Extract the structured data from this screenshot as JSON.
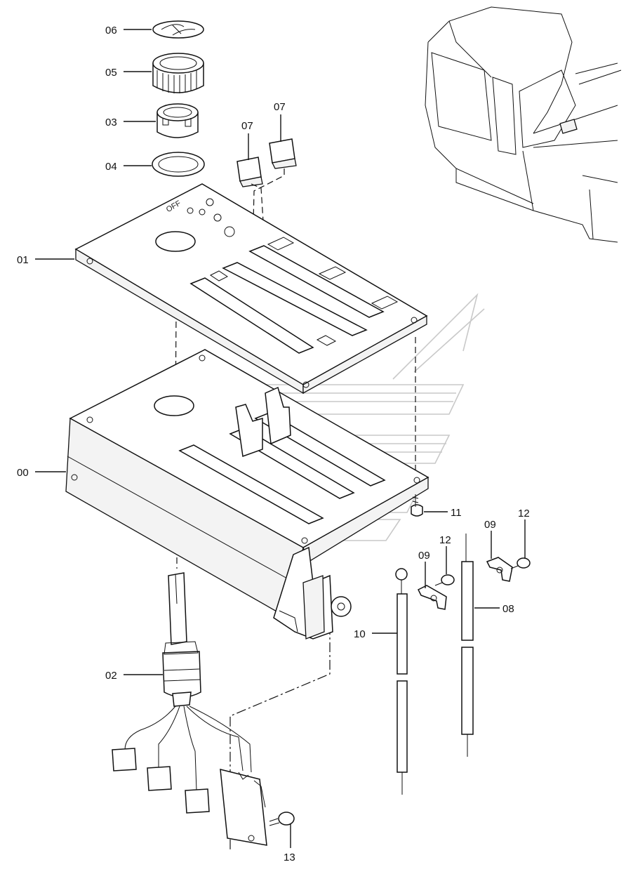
{
  "callouts": [
    {
      "id": "06",
      "part": "knob-cap"
    },
    {
      "id": "05",
      "part": "knob"
    },
    {
      "id": "03",
      "part": "collar"
    },
    {
      "id": "04",
      "part": "washer"
    },
    {
      "id": "07a",
      "label": "07",
      "part": "switch-cap-left"
    },
    {
      "id": "07b",
      "label": "07",
      "part": "switch-cap-right"
    },
    {
      "id": "01",
      "part": "cover-plate"
    },
    {
      "id": "00",
      "part": "console-box"
    },
    {
      "id": "11",
      "part": "screw"
    },
    {
      "id": "12a",
      "label": "12",
      "part": "bolt-right"
    },
    {
      "id": "09a",
      "label": "09",
      "part": "clamp-right"
    },
    {
      "id": "12b",
      "label": "12",
      "part": "bolt-left"
    },
    {
      "id": "09b",
      "label": "09",
      "part": "clamp-left"
    },
    {
      "id": "08",
      "part": "rod-right"
    },
    {
      "id": "10",
      "part": "rod-left"
    },
    {
      "id": "02",
      "part": "switch-harness"
    },
    {
      "id": "13",
      "part": "bolt-bottom"
    }
  ],
  "plate_marking": "OFF",
  "colors": {
    "ink": "#111111",
    "watermark": "#c9c9c9"
  }
}
